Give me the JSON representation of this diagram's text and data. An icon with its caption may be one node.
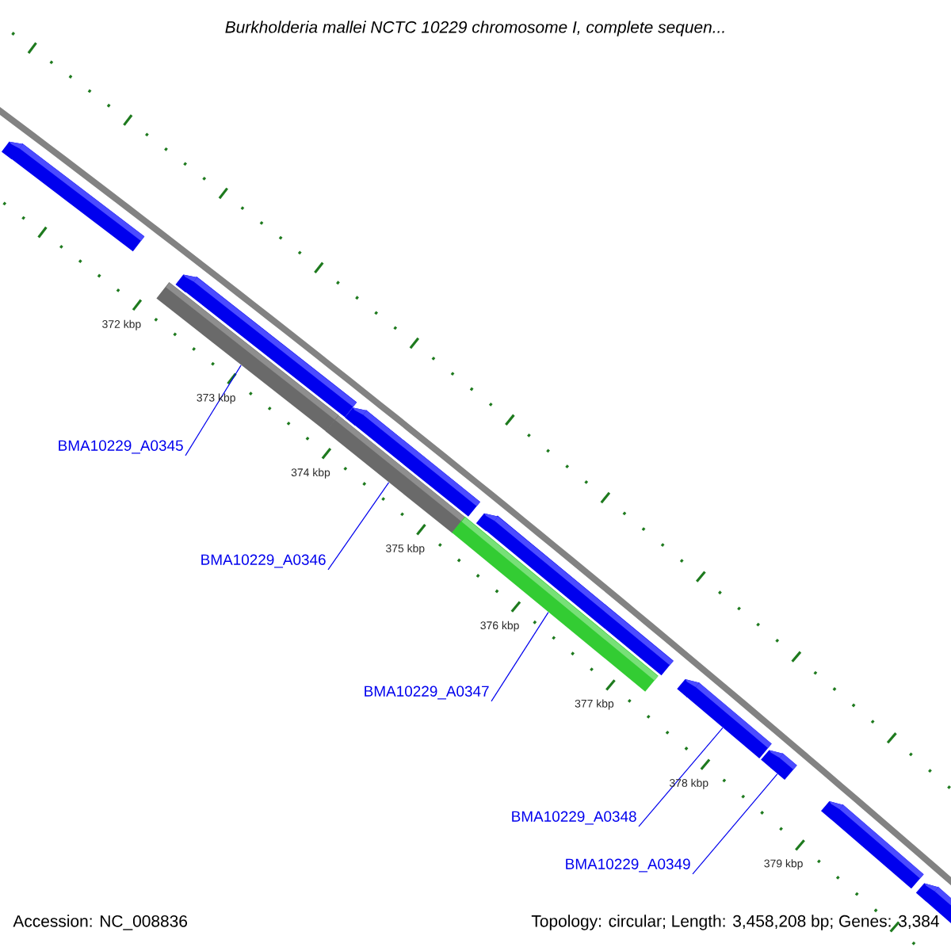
{
  "diagram": {
    "title": "Burkholderia mallei NCTC 10229 chromosome I, complete sequen...",
    "nodes": [
      {
        "text": [],
        "shape": "bar"
      },
      {
        "text": [],
        "shape": "bar"
      },
      {
        "text": [],
        "shape": "bar"
      },
      {
        "text": [],
        "shape": "bar"
      },
      {
        "text": [],
        "shape": "bar"
      },
      {
        "text": [],
        "shape": "bar"
      },
      {
        "text": [],
        "shape": "bar"
      },
      {
        "text": [],
        "shape": "bar"
      },
      {
        "text": [],
        "shape": "bar"
      },
      {
        "text": [],
        "shape": "bar"
      },
      {
        "text": [],
        "shape": "bar"
      },
      {
        "text": [
          "BMA10229_A0345"
        ]
      },
      {
        "text": [
          "BMA10229_A0346"
        ]
      },
      {
        "text": [
          "BMA10229_A0347"
        ]
      },
      {
        "text": [
          "BMA10229_A0348"
        ]
      },
      {
        "text": [
          "BMA10229_A0349"
        ]
      }
    ],
    "edges": [
      {
        "from": 11,
        "to": 1,
        "arrow": "none"
      },
      {
        "from": 12,
        "to": 3,
        "arrow": "none"
      },
      {
        "from": 13,
        "to": 5,
        "arrow": "none"
      },
      {
        "from": 14,
        "to": 7,
        "arrow": "none"
      },
      {
        "from": 15,
        "to": 8,
        "arrow": "none"
      }
    ],
    "labels": [
      "372 kbp",
      "373 kbp",
      "374 kbp",
      "375 kbp",
      "376 kbp",
      "377 kbp",
      "378 kbp",
      "379 kbp",
      "Accession: NC_008836",
      "Topology: circular; Length: 3,458,208 bp; Genes: 3,384"
    ]
  }
}
